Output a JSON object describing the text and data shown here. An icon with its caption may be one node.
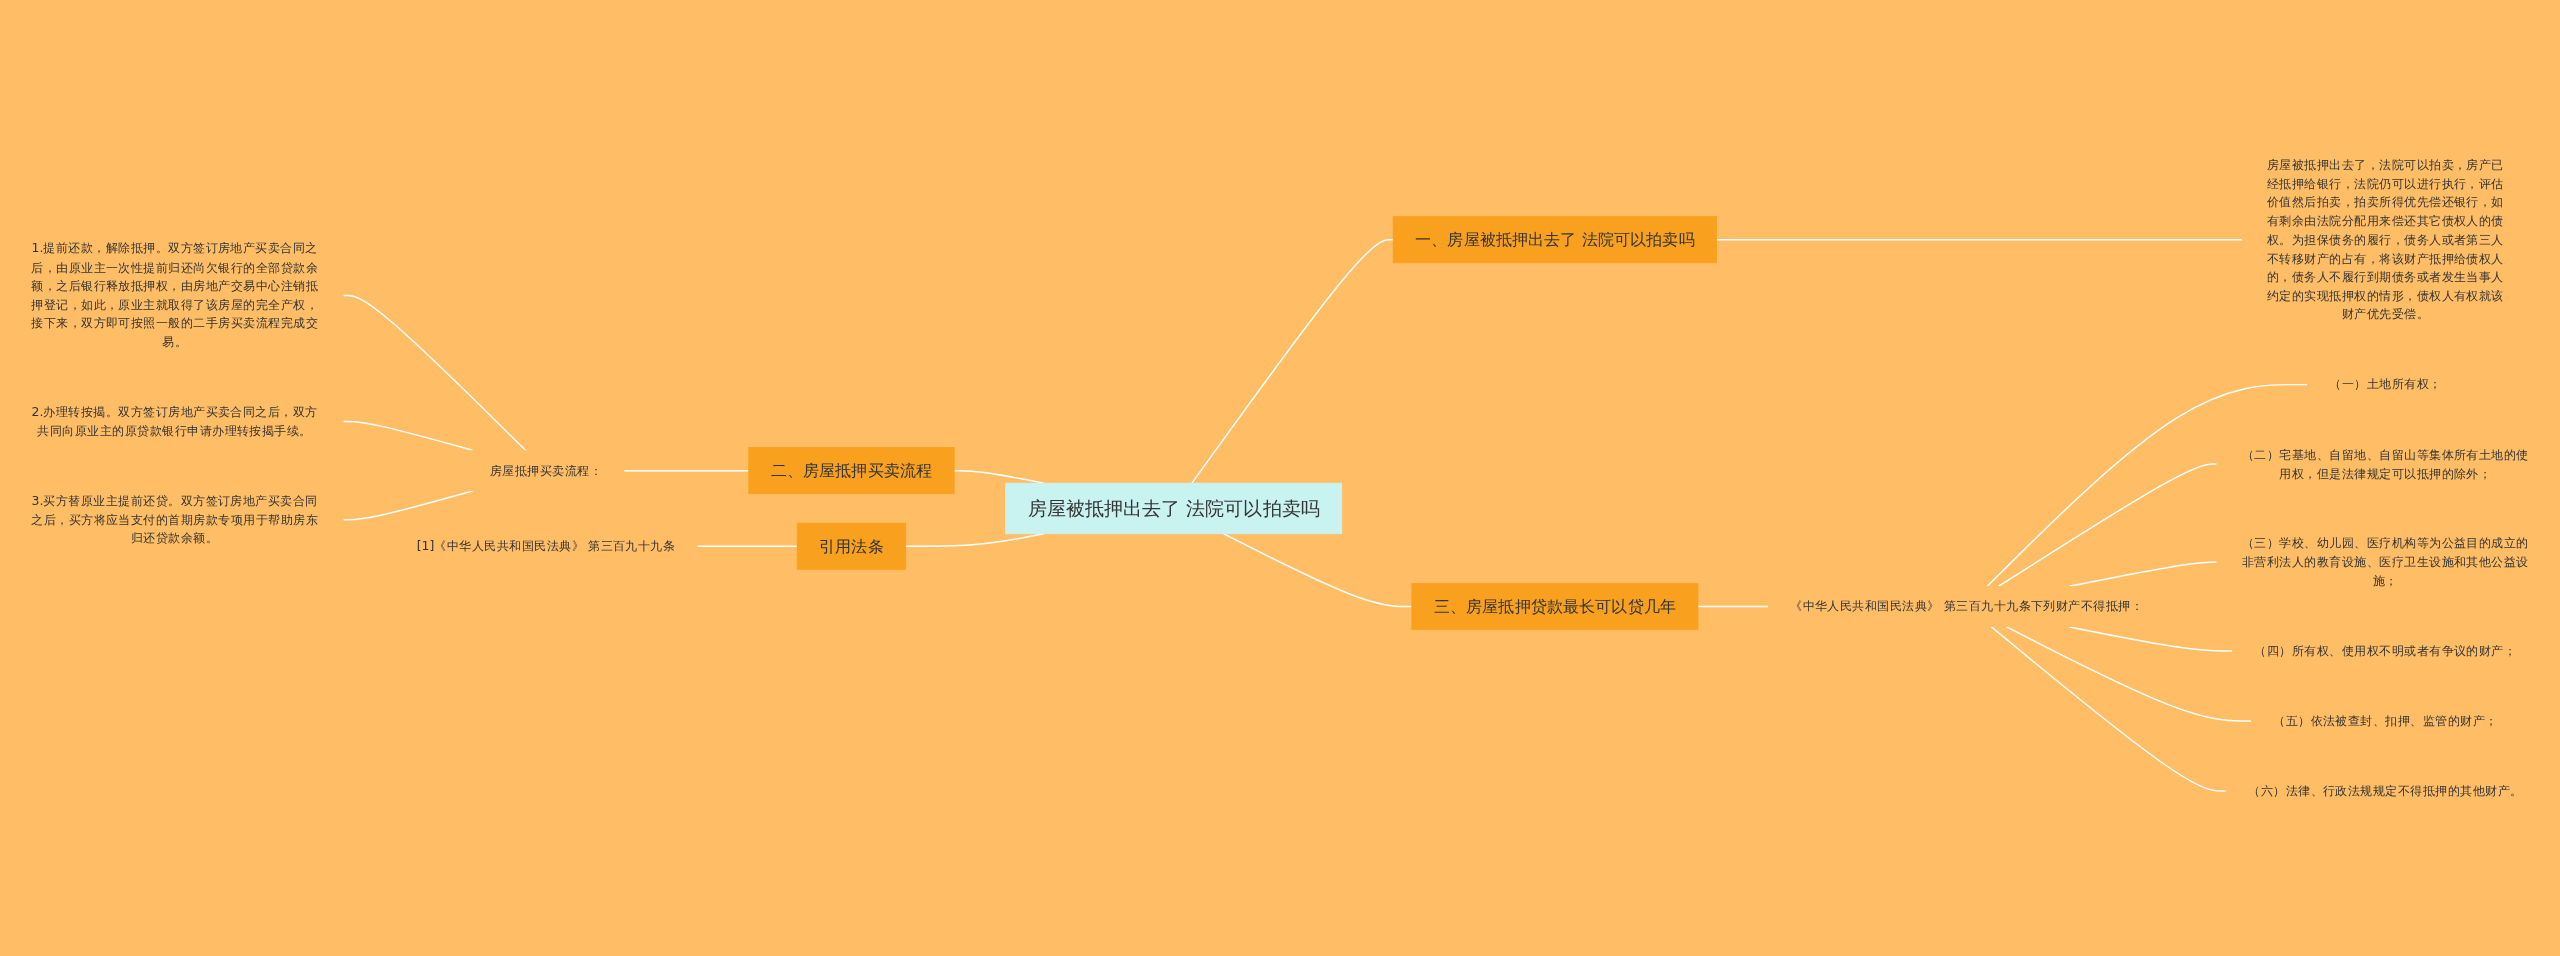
{
  "diagram": {
    "nodes": [
      {
        "text": [
          "房屋被抵押出去了 法院可以拍卖吗"
        ]
      },
      {
        "text": [
          "二、房屋抵押买卖流程"
        ]
      },
      {
        "text": [
          "房屋抵押买卖流程："
        ]
      },
      {
        "text": [
          "1.提前还款，解除抵押。双方签订房地产买卖合同之后，由原业主一次性提前归还尚欠银行的全部贷款余额，之后银行释放抵押权，由房地产交易中心注销抵押登记，如此，原业主就取得了该房屋的完全产权，接下来，双方即可按照一般的二手房买卖流程完成交易。"
        ]
      },
      {
        "text": [
          "2.办理转按揭。双方签订房地产买卖合同之后，双方共同向原业主的原贷款银行申请办理转按揭手续。"
        ]
      },
      {
        "text": [
          "3.买方替原业主提前还贷。双方签订房地产买卖合同之后，买方将应当支付的首期房款专项用于帮助房东归还贷款余额。"
        ]
      },
      {
        "text": [
          "引用法条"
        ]
      },
      {
        "text": [
          "[1]《中华人民共和国民法典》 第三百九十九条"
        ]
      },
      {
        "text": [
          "一、房屋被抵押出去了 法院可以拍卖吗"
        ]
      },
      {
        "text": [
          "房屋被抵押出去了，法院可以拍卖，房产已经抵押给银行，法院仍可以进行执行，评估价值然后拍卖，拍卖所得优先偿还银行，如有剩余由法院分配用来偿还其它债权人的债权。为担保债务的履行，债务人或者第三人不转移财产的占有，将该财产抵押给债权人的，债务人不履行到期债务或者发生当事人约定的实现抵押权的情形，债权人有权就该财产优先受偿。"
        ]
      },
      {
        "text": [
          "三、房屋抵押贷款最长可以贷几年"
        ]
      },
      {
        "text": [
          "《中华人民共和国民法典》 第三百九十九条下列财产不得抵押："
        ]
      },
      {
        "text": [
          "（一）土地所有权；"
        ]
      },
      {
        "text": [
          "（二）宅基地、自留地、自留山等集体所有土地的使用权，但是法律规定可以抵押的除外；"
        ]
      },
      {
        "text": [
          "（三）学校、幼儿园、医疗机构等为公益目的成立的非营利法人的教育设施、医疗卫生设施和其他公益设施；"
        ]
      },
      {
        "text": [
          "（四）所有权、使用权不明或者有争议的财产；"
        ]
      },
      {
        "text": [
          "（五）依法被查封、扣押、监管的财产；"
        ]
      },
      {
        "text": [
          "（六）法律、行政法规规定不得抵押的其他财产。"
        ]
      }
    ],
    "edges": [
      {
        "from": 3,
        "to": 2,
        "arrow": "none"
      },
      {
        "from": 4,
        "to": 2,
        "arrow": "none"
      },
      {
        "from": 5,
        "to": 2,
        "arrow": "none"
      },
      {
        "from": 2,
        "to": 1,
        "arrow": "none"
      },
      {
        "from": 1,
        "to": 0,
        "arrow": "none"
      },
      {
        "from": 7,
        "to": 6,
        "arrow": "none"
      },
      {
        "from": 6,
        "to": 0,
        "arrow": "none"
      },
      {
        "from": 0,
        "to": 8,
        "arrow": "none"
      },
      {
        "from": 8,
        "to": 9,
        "arrow": "none"
      },
      {
        "from": 0,
        "to": 10,
        "arrow": "none"
      },
      {
        "from": 10,
        "to": 11,
        "arrow": "none"
      },
      {
        "from": 11,
        "to": 12,
        "arrow": "none"
      },
      {
        "from": 11,
        "to": 13,
        "arrow": "none"
      },
      {
        "from": 11,
        "to": 14,
        "arrow": "none"
      },
      {
        "from": 11,
        "to": 15,
        "arrow": "none"
      },
      {
        "from": 11,
        "to": 16,
        "arrow": "none"
      },
      {
        "from": 11,
        "to": 17,
        "arrow": "none"
      }
    ]
  }
}
